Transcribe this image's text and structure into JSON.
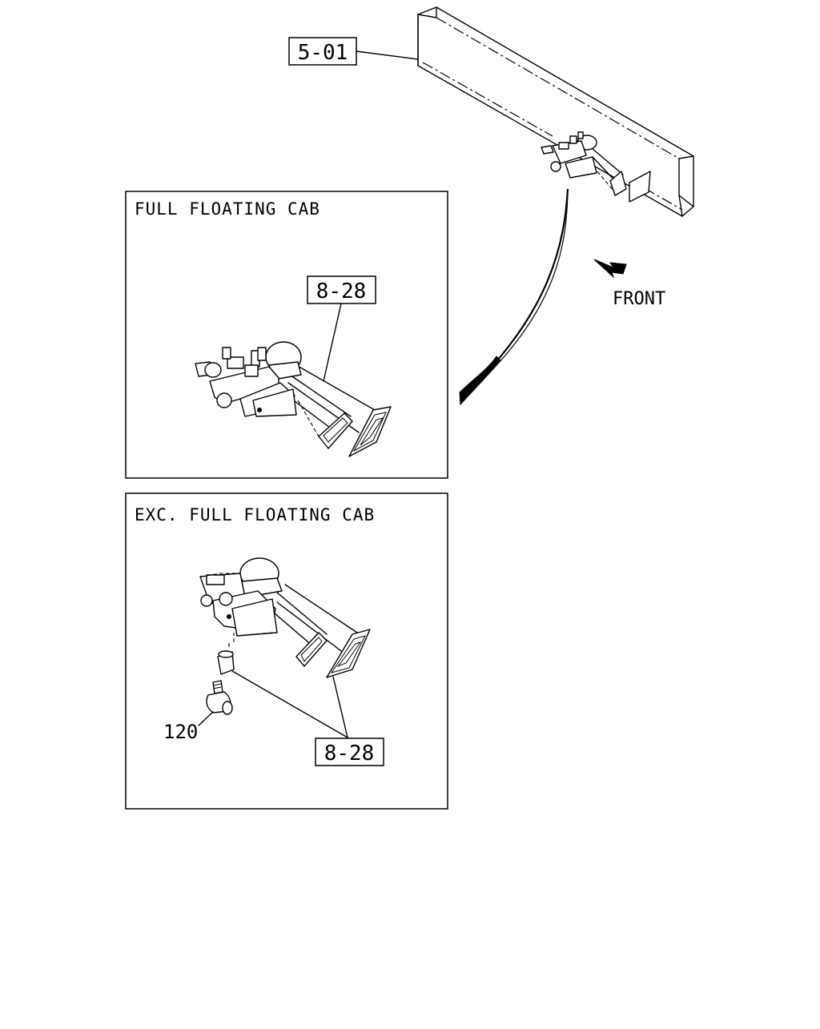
{
  "callouts": {
    "frame_ref": "5-01",
    "ref_full_floating": "8-28",
    "ref_exc_full_floating": "8-28",
    "part_120": "120"
  },
  "labels": {
    "front": "FRONT"
  },
  "panels": {
    "full_floating": {
      "title": "FULL FLOATING CAB"
    },
    "exc_full_floating": {
      "title": "EXC. FULL FLOATING CAB"
    }
  }
}
